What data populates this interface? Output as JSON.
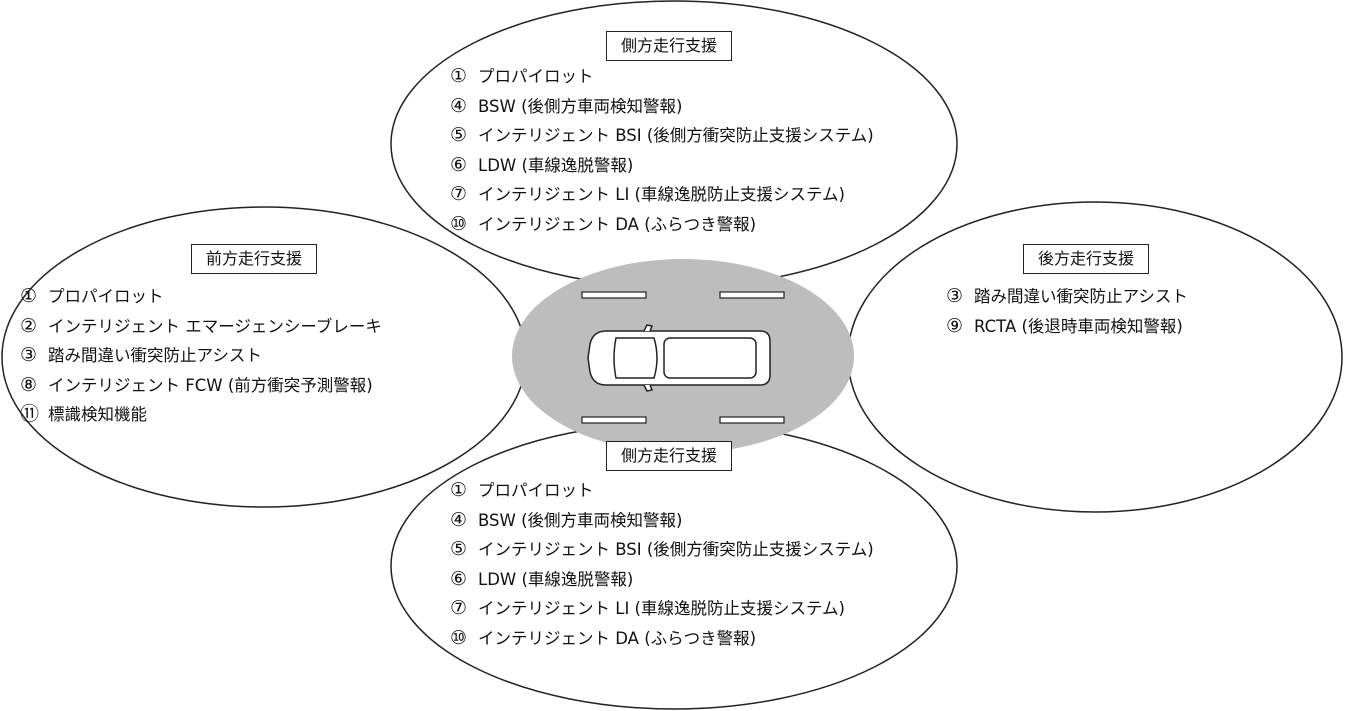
{
  "zones": {
    "side_top": {
      "title": "側方走行支援",
      "items": [
        {
          "num": "①",
          "text": "プロパイロット"
        },
        {
          "num": "④",
          "text": "BSW (後側方車両検知警報)"
        },
        {
          "num": "⑤",
          "text": "インテリジェント BSI (後側方衝突防止支援システム)"
        },
        {
          "num": "⑥",
          "text": "LDW (車線逸脱警報)"
        },
        {
          "num": "⑦",
          "text": "インテリジェント LI (車線逸脱防止支援システム)"
        },
        {
          "num": "⑩",
          "text": "インテリジェント DA (ふらつき警報)"
        }
      ]
    },
    "front": {
      "title": "前方走行支援",
      "items": [
        {
          "num": "①",
          "text": "プロパイロット"
        },
        {
          "num": "②",
          "text": "インテリジェント エマージェンシーブレーキ"
        },
        {
          "num": "③",
          "text": "踏み間違い衝突防止アシスト"
        },
        {
          "num": "⑧",
          "text": "インテリジェント FCW (前方衝突予測警報)"
        },
        {
          "num": "⑪",
          "text": "標識検知機能"
        }
      ]
    },
    "rear": {
      "title": "後方走行支援",
      "items": [
        {
          "num": "③",
          "text": "踏み間違い衝突防止アシスト"
        },
        {
          "num": "⑨",
          "text": "RCTA (後退時車両検知警報)"
        }
      ]
    },
    "side_bottom": {
      "title": "側方走行支援",
      "items": [
        {
          "num": "①",
          "text": "プロパイロット"
        },
        {
          "num": "④",
          "text": "BSW (後側方車両検知警報)"
        },
        {
          "num": "⑤",
          "text": "インテリジェント BSI (後側方衝突防止支援システム)"
        },
        {
          "num": "⑥",
          "text": "LDW (車線逸脱警報)"
        },
        {
          "num": "⑦",
          "text": "インテリジェント LI (車線逸脱防止支援システム)"
        },
        {
          "num": "⑩",
          "text": "インテリジェント DA (ふらつき警報)"
        }
      ]
    }
  },
  "colors": {
    "outline": "#222222",
    "sensor_area": "#bdbdbd"
  }
}
